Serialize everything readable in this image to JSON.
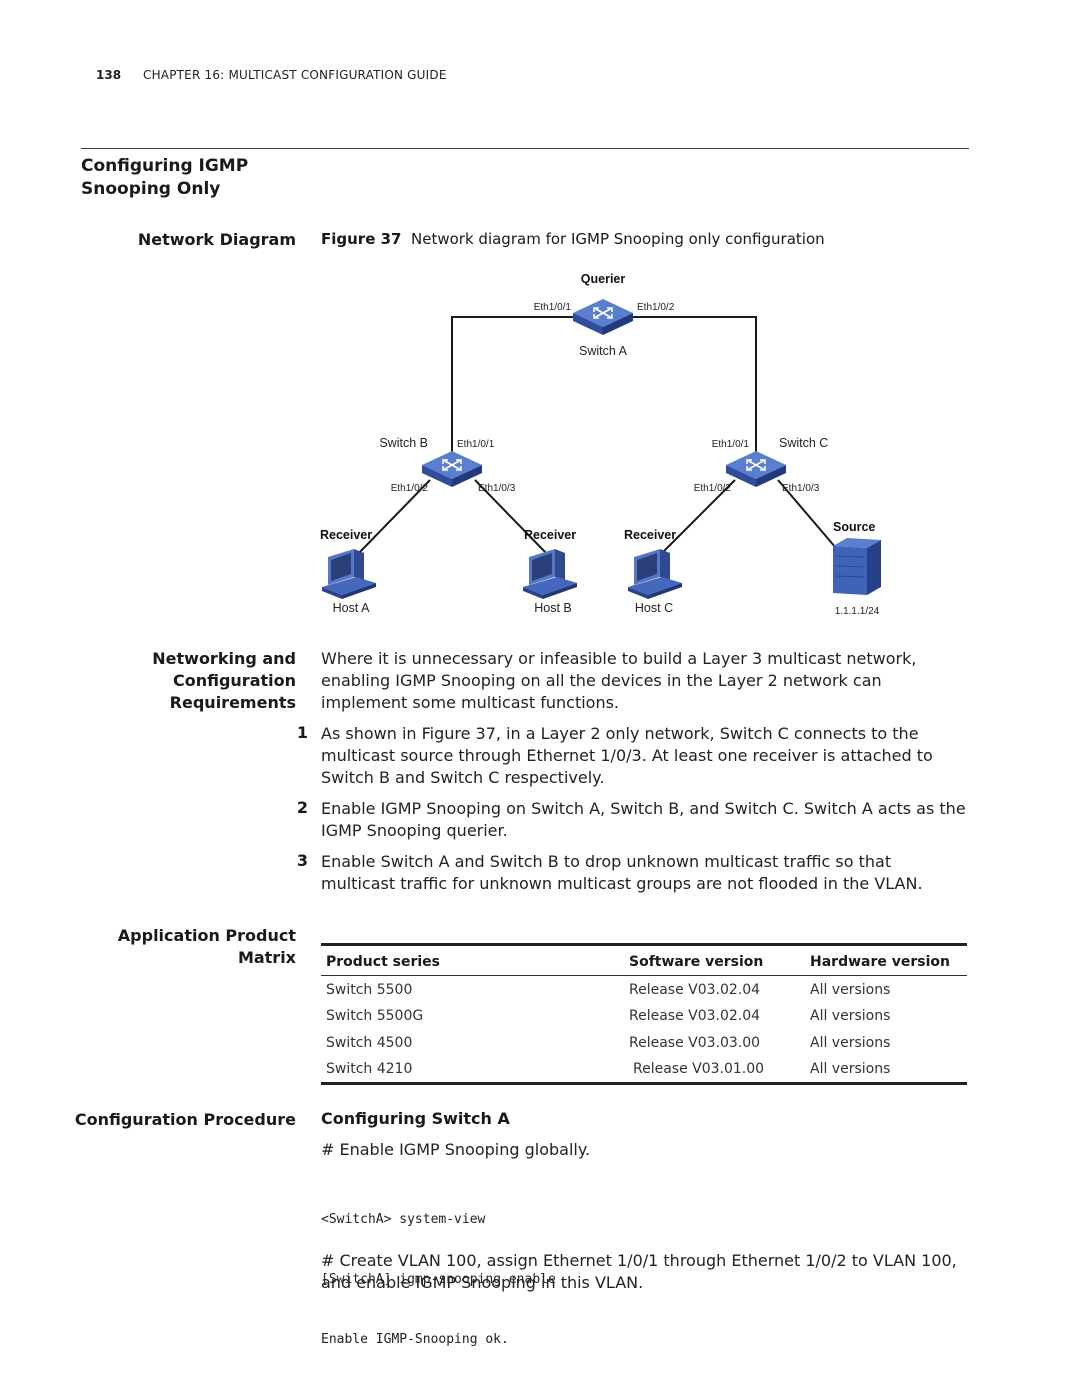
{
  "header": {
    "page_number": "138",
    "chapter": "CHAPTER 16: MULTICAST CONFIGURATION GUIDE"
  },
  "section_title_1": "Configuring IGMP",
  "section_title_2": "Snooping Only",
  "network_diagram": {
    "side_label": "Network Diagram",
    "figure_label": "Figure 37",
    "figure_caption": "Network diagram for IGMP Snooping only configuration",
    "querier": "Querier",
    "switch_a": {
      "name": "Switch A",
      "port_left": "Eth1/0/1",
      "port_right": "Eth1/0/2"
    },
    "switch_b": {
      "name": "Switch B",
      "port_up": "Eth1/0/1",
      "port_left": "Eth1/0/2",
      "port_right": "Eth1/0/3"
    },
    "switch_c": {
      "name": "Switch C",
      "port_up": "Eth1/0/1",
      "port_left": "Eth1/0/2",
      "port_right": "Eth1/0/3"
    },
    "receiver_label": "Receiver",
    "source_label": "Source",
    "host_a": "Host A",
    "host_b": "Host B",
    "host_c": "Host C",
    "source_ip": "1.1.1.1/24"
  },
  "requirements": {
    "side_line1": "Networking and",
    "side_line2": "Configuration",
    "side_line3": "Requirements",
    "intro": "Where it is unnecessary or infeasible to build a Layer 3 multicast network, enabling IGMP Snooping on all the devices in the Layer 2 network can implement some multicast functions.",
    "items": [
      {
        "num": "1",
        "text": "As shown in Figure 37, in a Layer 2 only network, Switch C connects to the multicast source through Ethernet 1/0/3. At least one receiver is attached to Switch B and Switch C respectively."
      },
      {
        "num": "2",
        "text": "Enable IGMP Snooping on Switch A, Switch B, and Switch C. Switch A acts as the IGMP Snooping querier."
      },
      {
        "num": "3",
        "text": "Enable Switch A and Switch B to drop unknown multicast traffic so that multicast traffic for unknown multicast groups are not flooded in the VLAN."
      }
    ]
  },
  "product_matrix": {
    "side_line1": "Application Product",
    "side_line2": "Matrix",
    "headers": [
      "Product series",
      "Software version",
      "Hardware version"
    ],
    "rows": [
      [
        "Switch 5500",
        "Release V03.02.04",
        "All versions"
      ],
      [
        "Switch 5500G",
        "Release V03.02.04",
        "All versions"
      ],
      [
        "Switch 4500",
        "Release V03.03.00",
        "All versions"
      ],
      [
        "Switch 4210",
        "Release V03.01.00",
        "All versions"
      ]
    ]
  },
  "procedure": {
    "side_label": "Configuration Procedure",
    "subtitle": "Configuring Switch A",
    "step1": "# Enable IGMP Snooping globally.",
    "code_lines": [
      "<SwitchA> system-view",
      "[SwitchA] igmp-snooping enable",
      "Enable IGMP-Snooping ok."
    ],
    "step2": "# Create VLAN 100, assign Ethernet 1/0/1 through Ethernet 1/0/2 to VLAN 100, and enable IGMP Snooping in this VLAN."
  },
  "colors": {
    "switch_blue": "#3f63b8",
    "switch_dark": "#27408a",
    "pc_blue": "#4b6dc0",
    "rule": "#444444"
  }
}
